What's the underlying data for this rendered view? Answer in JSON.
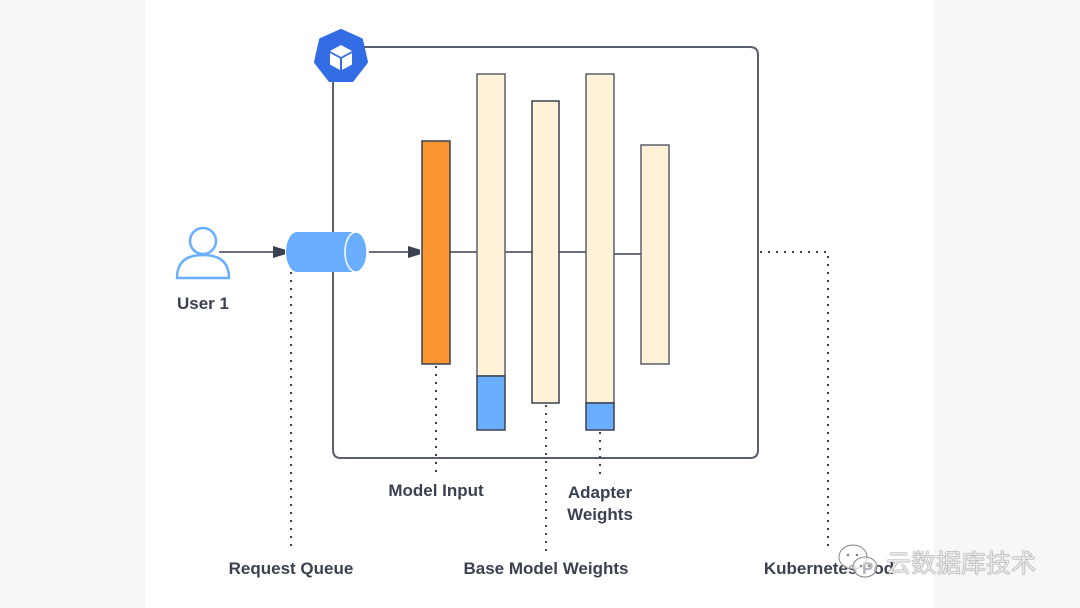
{
  "diagram": {
    "title": "LoRA adapter serving on Kubernetes",
    "colors": {
      "kubernetes_blue": "#326de6",
      "queue_blue": "#6aafff",
      "model_input_orange": "#fb9532",
      "weights_cream": "#fff2d9",
      "adapter_blue": "#6aafff",
      "stroke_dark": "#3a4150",
      "background": "#f7f7f7",
      "canvas": "#ffffff"
    },
    "nodes": [
      {
        "id": "user",
        "type": "person-icon",
        "label": "User 1"
      },
      {
        "id": "queue",
        "type": "cylinder",
        "label": "Request Queue"
      },
      {
        "id": "model-input",
        "type": "layer",
        "label": "Model Input"
      },
      {
        "id": "layer-1",
        "type": "layer",
        "has_adapter": true
      },
      {
        "id": "layer-2",
        "type": "layer",
        "has_adapter": false
      },
      {
        "id": "layer-3",
        "type": "layer",
        "has_adapter": true
      },
      {
        "id": "layer-4",
        "type": "layer",
        "has_adapter": false
      },
      {
        "id": "pod",
        "type": "container",
        "label": "Kubernetes Pod"
      }
    ],
    "edges": [
      {
        "from": "user",
        "to": "queue",
        "style": "arrow"
      },
      {
        "from": "queue",
        "to": "model-input",
        "style": "arrow"
      },
      {
        "from": "model-input",
        "to": "layer-1",
        "style": "line"
      },
      {
        "from": "layer-1",
        "to": "layer-2",
        "style": "line"
      },
      {
        "from": "layer-2",
        "to": "layer-3",
        "style": "line"
      },
      {
        "from": "layer-3",
        "to": "layer-4",
        "style": "line"
      }
    ],
    "labels": {
      "user": "User 1",
      "request_queue": "Request Queue",
      "model_input": "Model Input",
      "base_model_weights": "Base Model Weights",
      "adapter_weights": "Adapter Weights",
      "kubernetes_pod": "Kubernetes Pod"
    }
  },
  "watermark": {
    "icon": "wechat-icon",
    "text": "云数据库技术"
  }
}
